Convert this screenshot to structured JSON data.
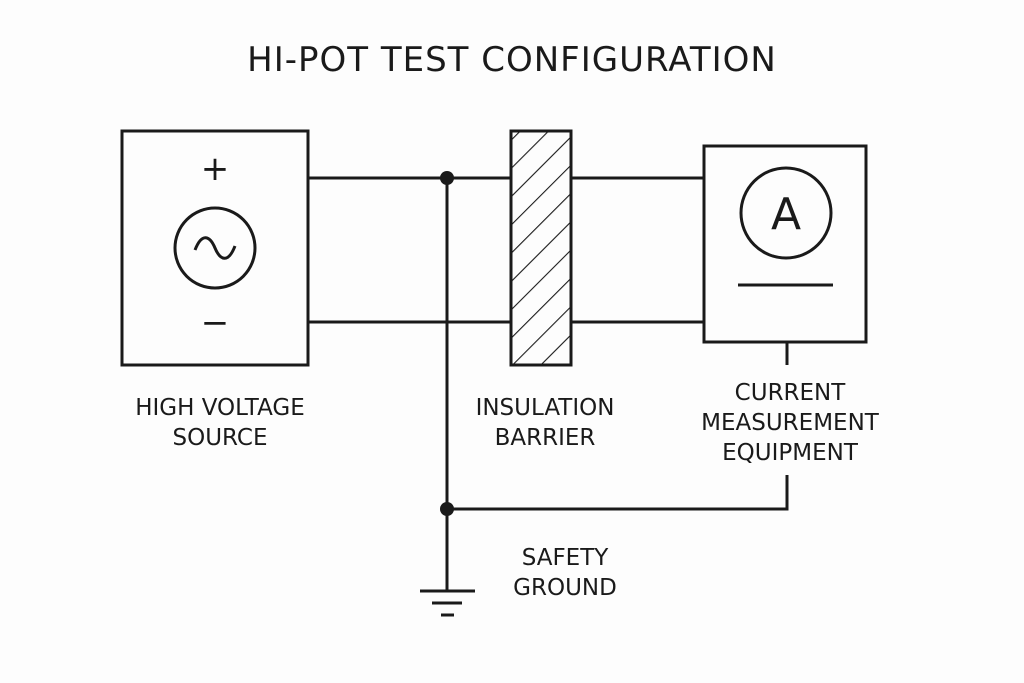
{
  "title": "HI-POT TEST CONFIGURATION",
  "labels": {
    "source": [
      "HIGH VOLTAGE",
      "SOURCE"
    ],
    "barrier": [
      "INSULATION",
      "BARRIER"
    ],
    "meter": [
      "CURRENT",
      "MEASUREMENT",
      "EQUIPMENT"
    ],
    "ground": [
      "SAFETY",
      "GROUND"
    ]
  },
  "symbols": {
    "plus": "+",
    "minus": "−",
    "ammeter": "A"
  }
}
